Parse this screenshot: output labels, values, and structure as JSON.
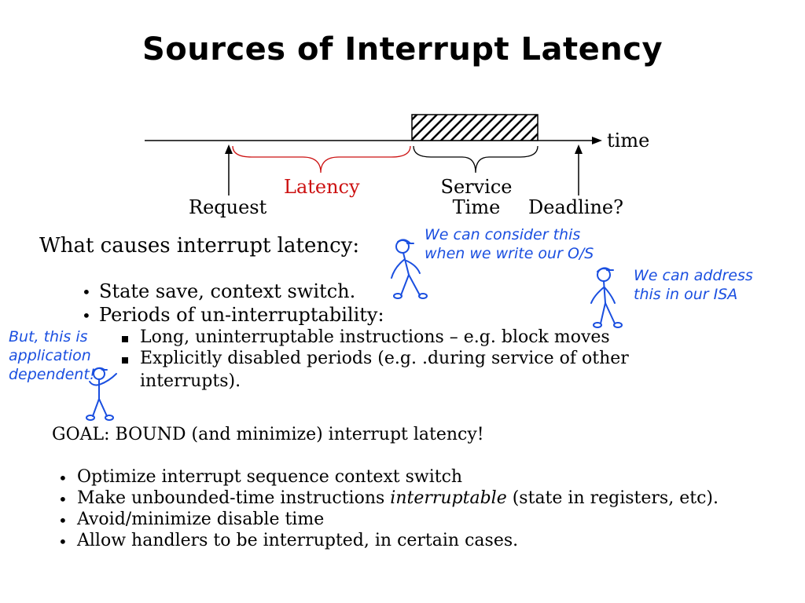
{
  "title": "Sources of Interrupt Latency",
  "diagram": {
    "axis_label": "time",
    "latency_label": "Latency",
    "service_line1": "Service",
    "service_line2": "Time",
    "request_label": "Request",
    "deadline_label": "Deadline?"
  },
  "causes": {
    "heading": "What causes interrupt latency:",
    "items": [
      "State save, context switch.",
      "Periods of un-interruptability:"
    ],
    "subitems": [
      "Long, uninterruptable instructions – e.g. block moves",
      "Explicitly disabled periods (e.g. .during service of other",
      "interrupts)."
    ]
  },
  "notes": {
    "os_line1": "We can consider this",
    "os_line2": "when we write our O/S",
    "isa_line1": "We can address",
    "isa_line2": "this in our ISA",
    "app_line1": "But, this is",
    "app_line2": "application",
    "app_line3": "dependent!"
  },
  "goal": {
    "text": "GOAL:  BOUND (and minimize) interrupt latency!",
    "items": [
      "Optimize interrupt sequence context switch",
      "Make unbounded-time instructions ",
      "interruptable",
      " (state in registers, etc).",
      "Avoid/minimize disable time",
      "Allow handlers to be interrupted, in certain cases."
    ]
  },
  "colors": {
    "latency": "#cc1111",
    "notes": "#1a4fe0"
  }
}
